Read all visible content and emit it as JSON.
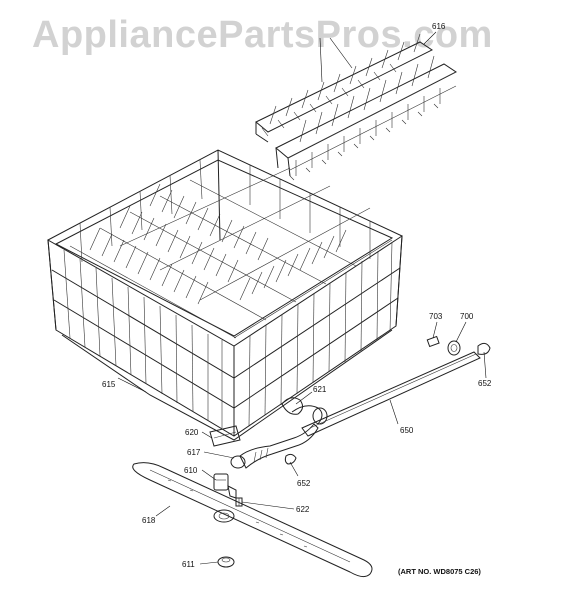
{
  "watermark": "AppliancePartsPros.com",
  "art_number": "(ART NO. WD8075 C26)",
  "callouts": {
    "p616": "616",
    "p615": "615",
    "p703": "703",
    "p700": "700",
    "p652a": "652",
    "p621": "621",
    "p650": "650",
    "p620": "620",
    "p617": "617",
    "p652b": "652",
    "p610": "610",
    "p622": "622",
    "p618": "618",
    "p611": "611"
  }
}
